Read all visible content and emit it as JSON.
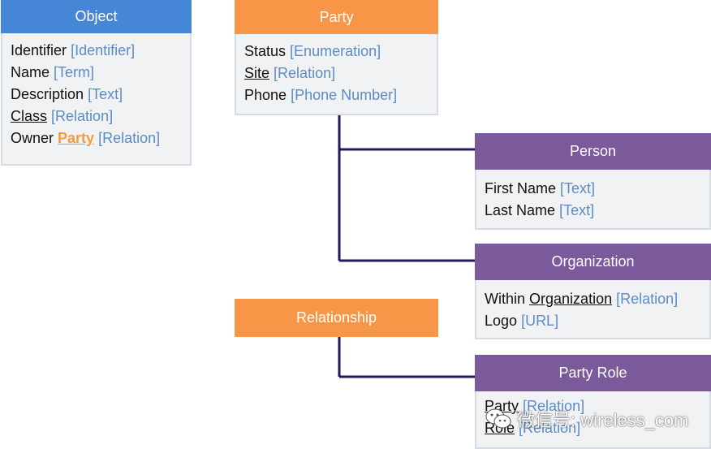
{
  "object": {
    "title": "Object",
    "rows": [
      {
        "label": "Identifier",
        "type": "[Identifier]"
      },
      {
        "label": "Name",
        "type": "[Term]"
      },
      {
        "label": "Description",
        "type": "[Text]"
      },
      {
        "label": "Class",
        "type": "[Relation]"
      },
      {
        "label": "Owner",
        "link": "Party",
        "type": "[Relation]"
      }
    ]
  },
  "party": {
    "title": "Party",
    "rows": [
      {
        "label": "Status",
        "type": "[Enumeration]"
      },
      {
        "label": "Site",
        "type": "[Relation]"
      },
      {
        "label": "Phone",
        "type": "[Phone Number]"
      }
    ]
  },
  "person": {
    "title": "Person",
    "rows": [
      {
        "label": "First Name",
        "type": "[Text]"
      },
      {
        "label": "Last Name",
        "type": "[Text]"
      }
    ]
  },
  "organization": {
    "title": "Organization",
    "rows": [
      {
        "label": "Within",
        "link": "Organization",
        "type": "[Relation]"
      },
      {
        "label": "Logo",
        "type": "[URL]"
      }
    ]
  },
  "relationship": {
    "title": "Relationship"
  },
  "party_role": {
    "title": "Party Role",
    "rows": [
      {
        "label": "Party",
        "type": "[Relation]"
      },
      {
        "label": "Role",
        "type": "[Relation]"
      }
    ]
  },
  "colors": {
    "object_header": "#4587d6",
    "party_header": "#f79646",
    "subtype_header": "#7a5a9a",
    "connector": "#1f1a5e",
    "type_text": "#5b8cc6"
  },
  "watermark": {
    "text": "微信号: wireless_com",
    "icon": "wechat-icon"
  }
}
